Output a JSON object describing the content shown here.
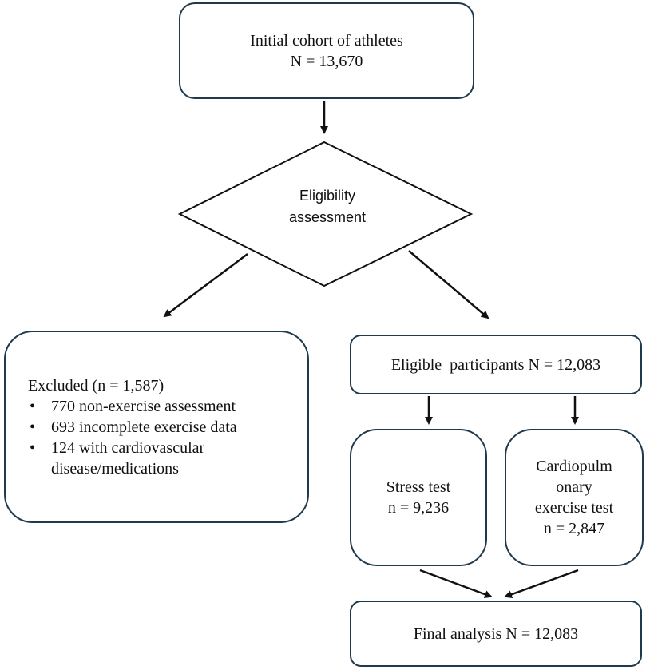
{
  "initial": {
    "line1": "Initial cohort of athletes",
    "line2": "N = 13,670"
  },
  "eligibility": {
    "line1": "Eligibility",
    "line2": "assessment"
  },
  "excluded": {
    "title": "Excluded (n = 1,587)",
    "items": [
      {
        "text": "770 non-exercise assessment"
      },
      {
        "text": "693 incomplete exercise data"
      },
      {
        "line1": "124 with cardiovascular",
        "line2": "disease/medications"
      }
    ]
  },
  "eligible": {
    "label": "Eligible  participants N = 12,083"
  },
  "stress": {
    "line1": "Stress test",
    "line2": "n = 9,236"
  },
  "cardio": {
    "line1": "Cardiopulm",
    "line2": "onary",
    "line3": "exercise test",
    "line4": "n = 2,847"
  },
  "final": {
    "label": "Final analysis N = 12,083"
  },
  "colors": {
    "box_border": "#1f3a4d",
    "arrow": "#111111"
  }
}
